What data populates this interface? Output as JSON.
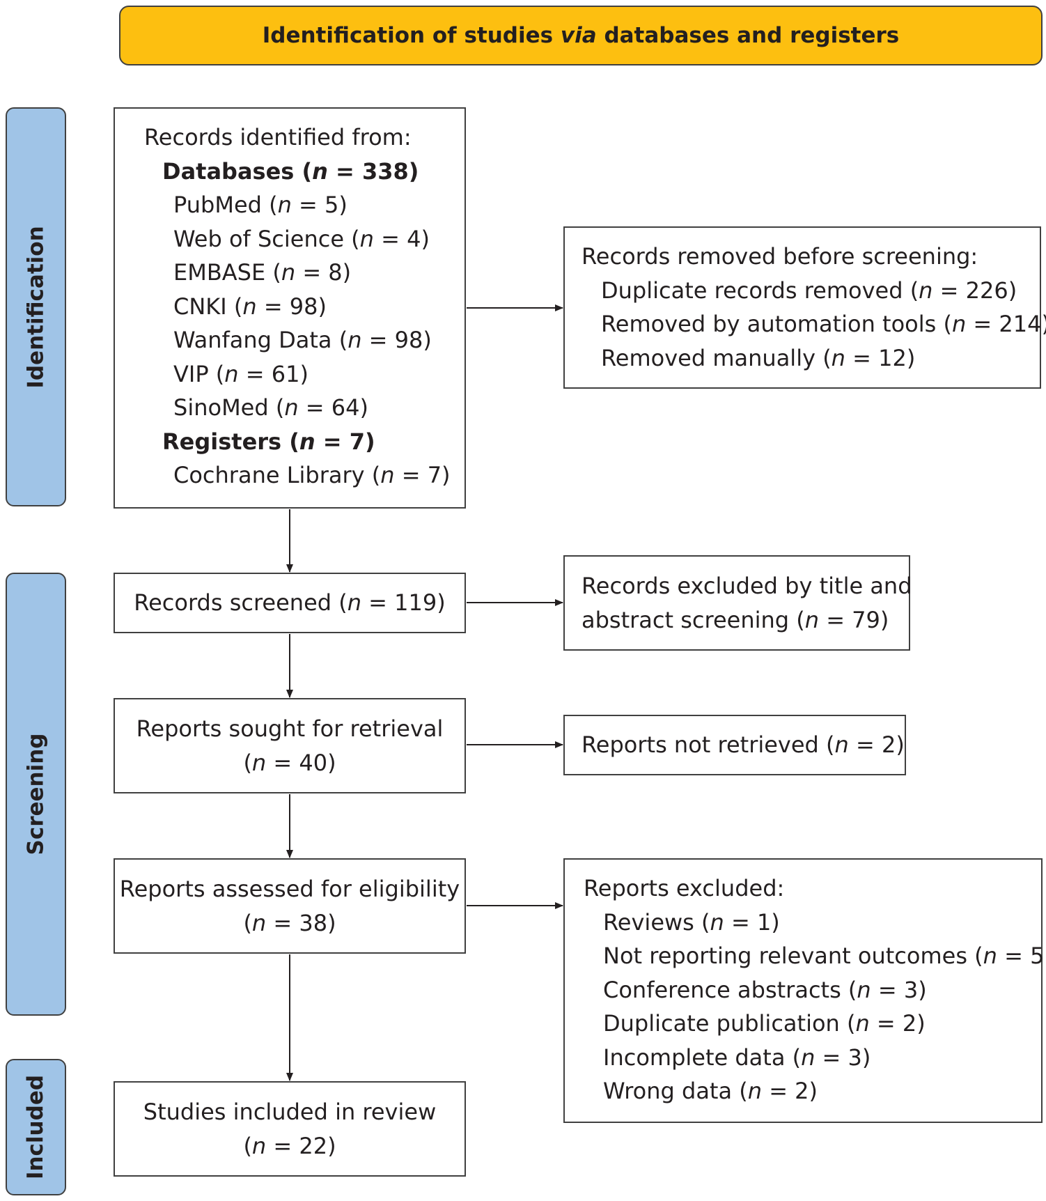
{
  "header": {
    "title_before": "Identification of studies ",
    "title_italic": "via",
    "title_after": " databases and registers"
  },
  "phases": {
    "identification": "Identification",
    "screening": "Screening",
    "included": "Included"
  },
  "identified": {
    "heading": "Records identified from:",
    "databases": {
      "label": "Databases",
      "n": "338"
    },
    "database_items": [
      {
        "label": "PubMed",
        "n": "5"
      },
      {
        "label": "Web of Science",
        "n": "4"
      },
      {
        "label": "EMBASE",
        "n": "8"
      },
      {
        "label": "CNKI",
        "n": "98"
      },
      {
        "label": "Wanfang Data",
        "n": "98"
      },
      {
        "label": "VIP",
        "n": "61"
      },
      {
        "label": "SinoMed",
        "n": "64"
      }
    ],
    "registers": {
      "label": "Registers",
      "n": "7"
    },
    "register_items": [
      {
        "label": "Cochrane Library",
        "n": "7"
      }
    ]
  },
  "removed": {
    "heading": "Records removed before screening:",
    "items": [
      {
        "label": "Duplicate records removed",
        "n": "226"
      },
      {
        "label": "Removed by automation tools",
        "n": "214"
      },
      {
        "label": "Removed manually",
        "n": "12"
      }
    ]
  },
  "screened": {
    "label": "Records screened",
    "n": "119"
  },
  "excluded_title": {
    "line1": "Records excluded by title and",
    "line2": "abstract screening",
    "n": "79"
  },
  "sought": {
    "line1": "Reports sought for retrieval",
    "n": "40"
  },
  "not_retrieved": {
    "label": "Reports not retrieved",
    "n": "2"
  },
  "assessed": {
    "line1": "Reports assessed for eligibility",
    "n": "38"
  },
  "reports_excluded": {
    "heading": "Reports excluded:",
    "items": [
      {
        "label": "Reviews",
        "n": "1"
      },
      {
        "label": "Not reporting relevant outcomes",
        "n": "5"
      },
      {
        "label": "Conference abstracts",
        "n": "3"
      },
      {
        "label": "Duplicate publication",
        "n": "2"
      },
      {
        "label": "Incomplete data",
        "n": "3"
      },
      {
        "label": "Wrong data",
        "n": "2"
      }
    ]
  },
  "included_box": {
    "line1": "Studies included in review",
    "n": "22"
  },
  "n_symbol": "n",
  "colors": {
    "header": "#fdbf10",
    "phase": "#a0c4e7",
    "border": "#404040",
    "text": "#231f20"
  }
}
